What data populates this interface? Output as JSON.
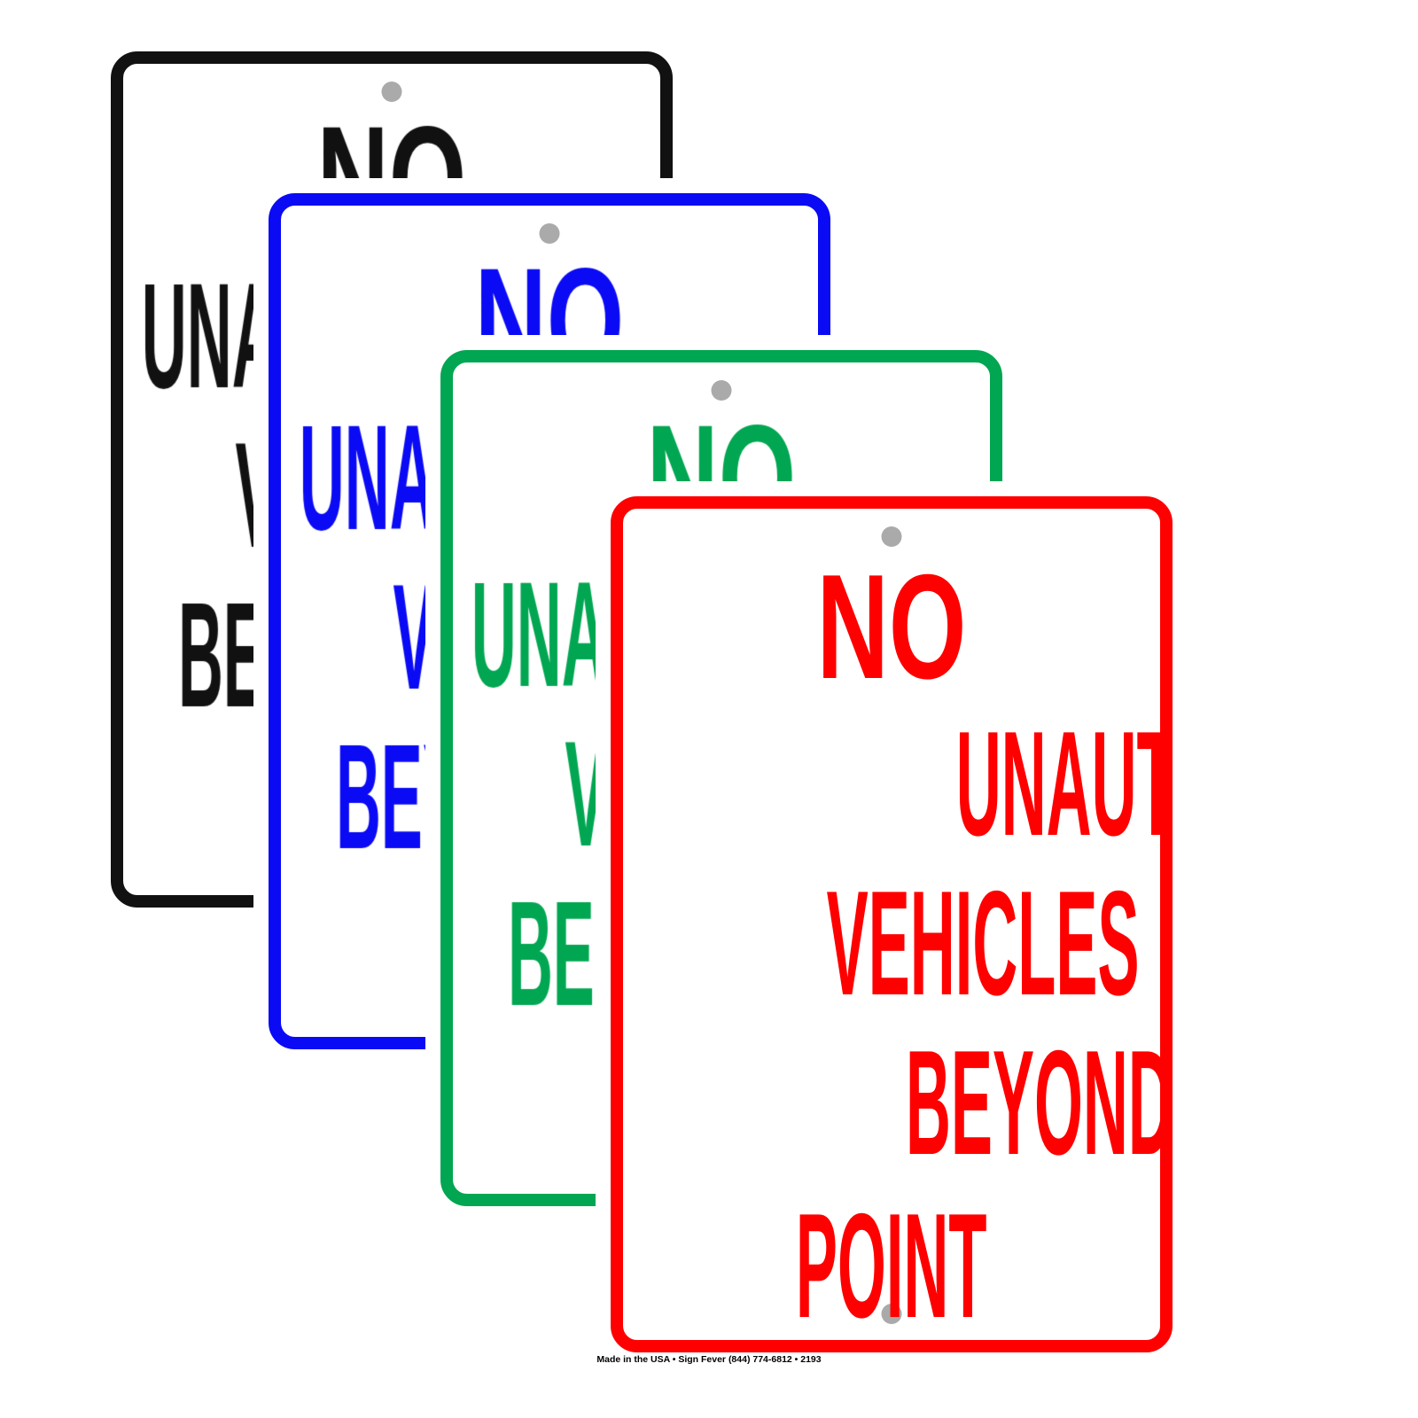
{
  "sign": {
    "lines": [
      "NO",
      "UNAUTHORIZED",
      "VEHICLES",
      "BEYOND THIS",
      "POINT"
    ]
  },
  "variants": [
    {
      "name": "black",
      "color": "#111111"
    },
    {
      "name": "blue",
      "color": "#0a0af5"
    },
    {
      "name": "green",
      "color": "#00a651"
    },
    {
      "name": "red",
      "color": "#ff0000"
    }
  ],
  "footer": "Made in the USA • Sign Fever (844) 774-6812 • 2193"
}
